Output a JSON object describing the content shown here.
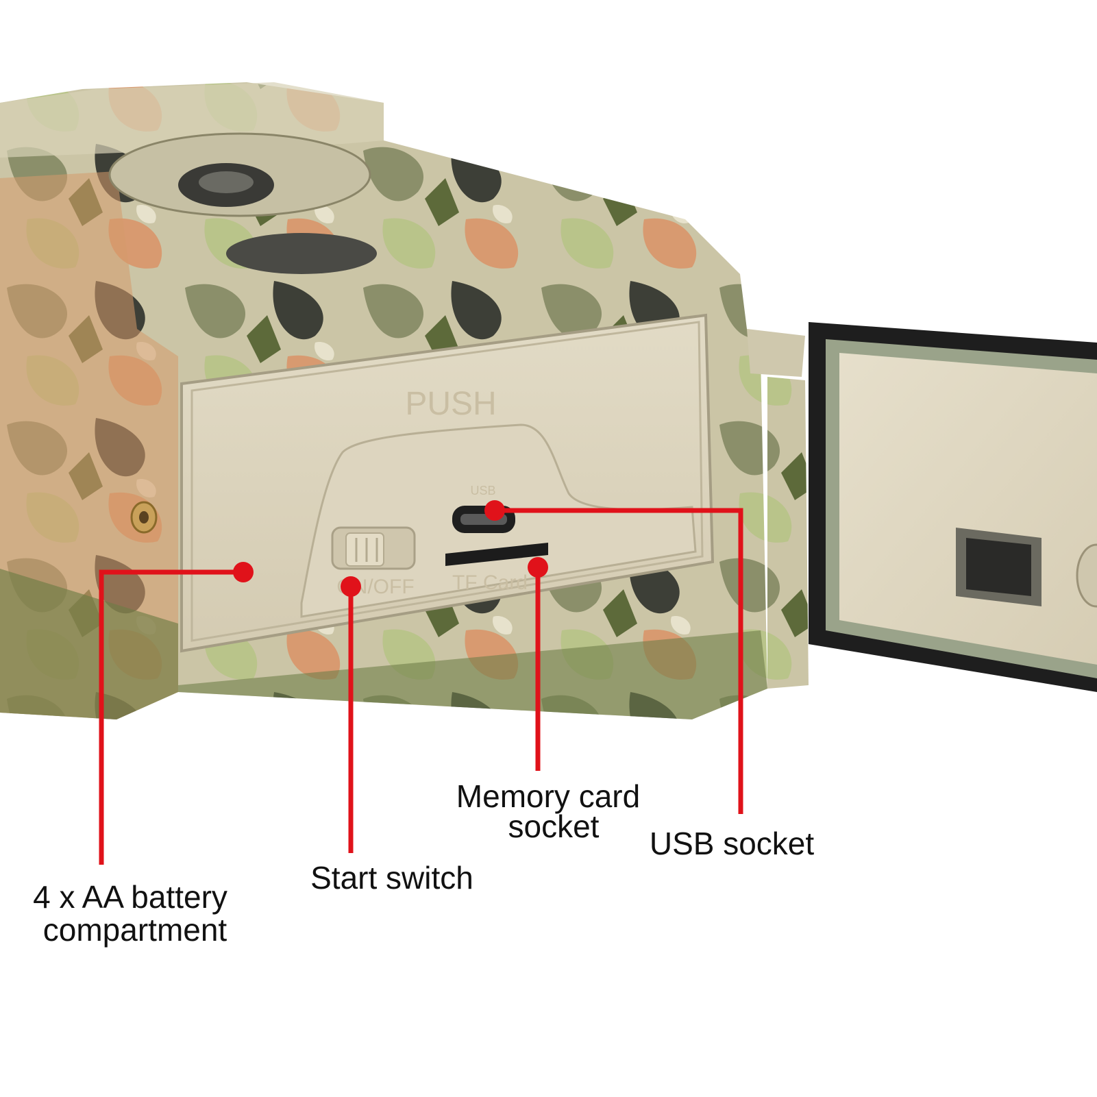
{
  "colors": {
    "background": "#ffffff",
    "callout": "#e0121a",
    "label_text": "#111111",
    "camo_base": "#cfc8a8",
    "panel": "#dcd4bc"
  },
  "device": {
    "cover_text": "PUSH",
    "usb_mark": "USB",
    "switch_mark": "ON/OFF",
    "card_mark": "TF Card"
  },
  "callouts": [
    {
      "id": "battery",
      "lines": [
        "4 x AA battery",
        "compartment"
      ]
    },
    {
      "id": "switch",
      "lines": [
        "Start switch"
      ]
    },
    {
      "id": "memory",
      "lines": [
        "Memory card",
        "socket"
      ]
    },
    {
      "id": "usb",
      "lines": [
        "USB socket"
      ]
    }
  ]
}
